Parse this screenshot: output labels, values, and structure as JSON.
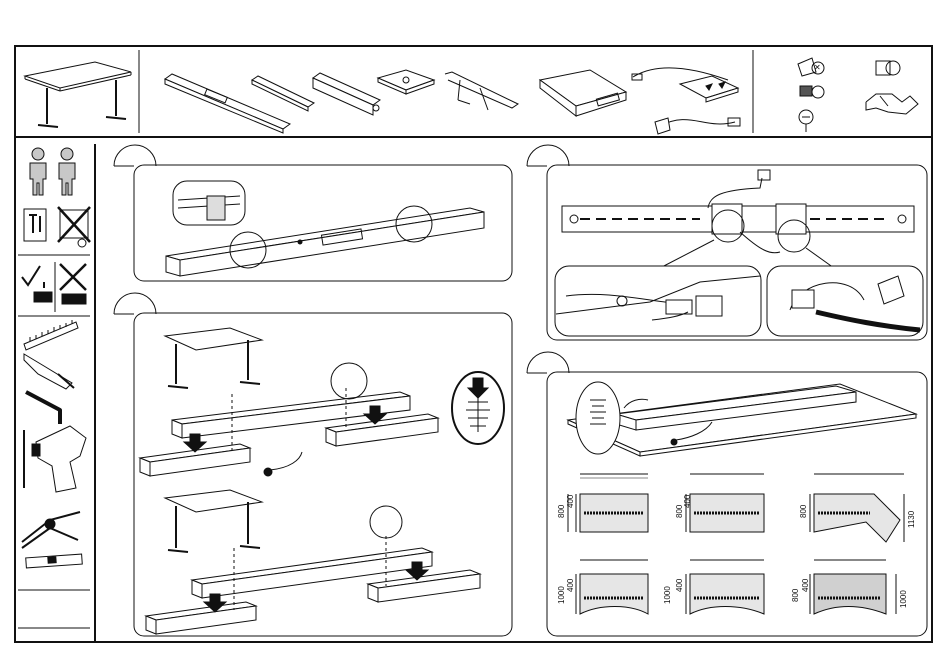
{
  "document": {
    "title_bar": "",
    "layouts": [
      {
        "name": "rect-800",
        "width": "800",
        "offset": "400"
      },
      {
        "name": "rect-800-b",
        "width": "800",
        "offset": "400"
      },
      {
        "name": "corner-800",
        "width": "800",
        "depth": "1130"
      },
      {
        "name": "rect-1000",
        "width": "1000",
        "offset": "400"
      },
      {
        "name": "rect-1000-b",
        "width": "1000",
        "offset": "400"
      },
      {
        "name": "corner-1000",
        "width": "800",
        "offset": "400",
        "depth": "1000"
      }
    ]
  },
  "colors": {
    "line": "#111111",
    "panel_fill": "#e6e6e6",
    "bg": "#ffffff"
  },
  "icons": [
    "person-icon",
    "tools-required-icon",
    "no-power-tool-icon",
    "clean-ok-icon",
    "no-solvent-icon",
    "ruler-icon",
    "screwdriver-icon",
    "hex-key-icon",
    "drill-icon",
    "pliers-icon",
    "level-icon"
  ]
}
